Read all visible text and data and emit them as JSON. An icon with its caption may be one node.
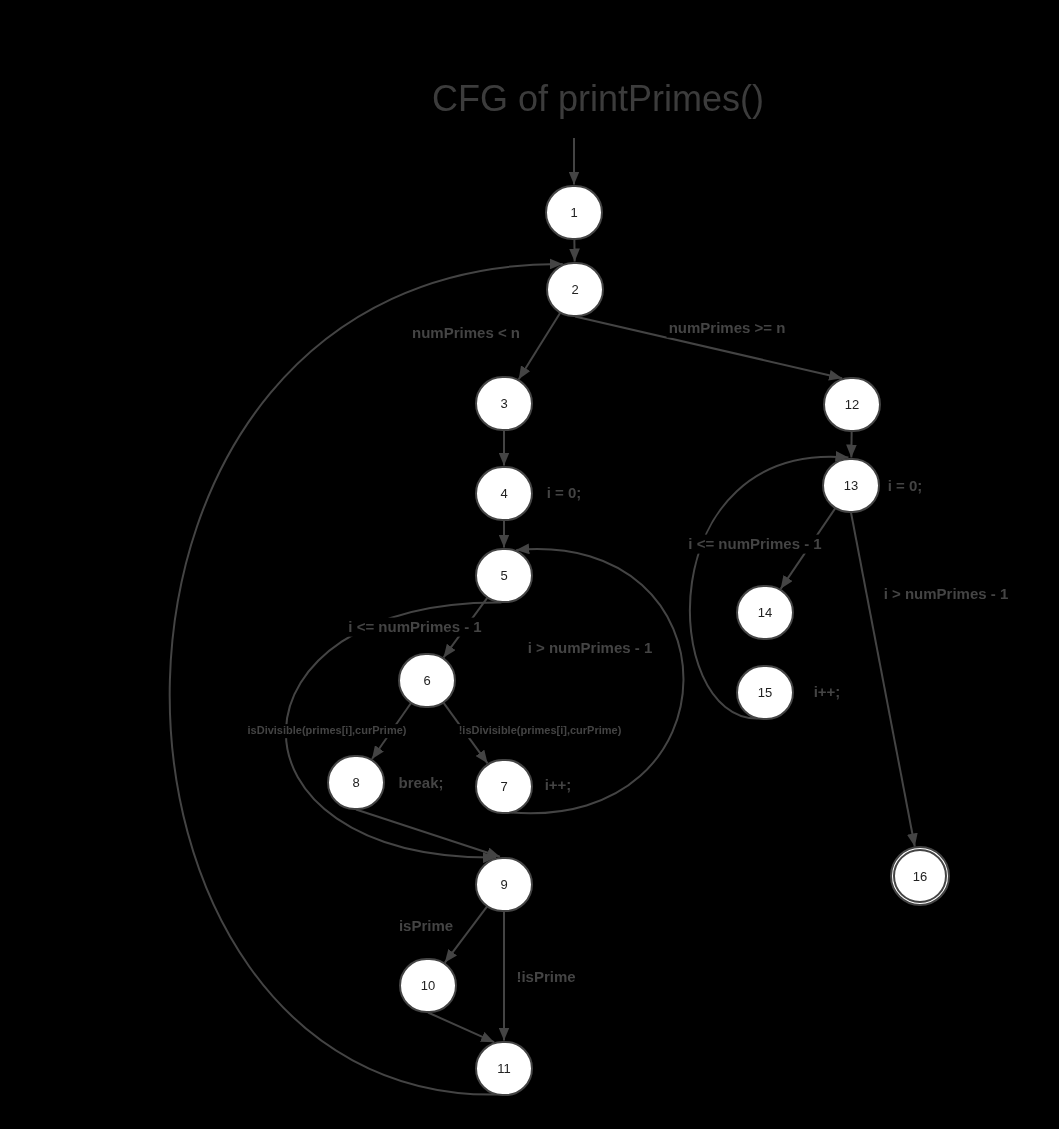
{
  "diagram": {
    "title": "CFG of printPrimes()",
    "nodes": [
      {
        "text": [
          "1"
        ]
      },
      {
        "text": [
          "2"
        ]
      },
      {
        "text": [
          "3"
        ]
      },
      {
        "text": [
          "4"
        ],
        "beside": [
          "i = 0;"
        ]
      },
      {
        "text": [
          "5"
        ]
      },
      {
        "text": [
          "6"
        ]
      },
      {
        "text": [
          "7"
        ],
        "beside": [
          "i++;"
        ]
      },
      {
        "text": [
          "8"
        ],
        "beside": [
          "break;"
        ]
      },
      {
        "text": [
          "9"
        ]
      },
      {
        "text": [
          "10"
        ]
      },
      {
        "text": [
          "11"
        ]
      },
      {
        "text": [
          "12"
        ]
      },
      {
        "text": [
          "13"
        ],
        "beside": [
          "i = 0;"
        ]
      },
      {
        "text": [
          "14"
        ]
      },
      {
        "text": [
          "15"
        ],
        "beside": [
          "i++;"
        ]
      },
      {
        "text": [
          "16"
        ]
      }
    ],
    "edges": [
      {
        "from": null,
        "to": 0,
        "arrow": "to"
      },
      {
        "from": 0,
        "to": 1,
        "arrow": "to"
      },
      {
        "from": 1,
        "to": 2,
        "arrow": "to",
        "label": "numPrimes < n"
      },
      {
        "from": 1,
        "to": 11,
        "arrow": "to",
        "label": "numPrimes >= n"
      },
      {
        "from": 2,
        "to": 3,
        "arrow": "to"
      },
      {
        "from": 3,
        "to": 4,
        "arrow": "to"
      },
      {
        "from": 4,
        "to": 5,
        "arrow": "to",
        "label": "i <= numPrimes - 1"
      },
      {
        "from": 4,
        "to": 8,
        "arrow": "to",
        "label": "i > numPrimes - 1"
      },
      {
        "from": 5,
        "to": 7,
        "arrow": "to",
        "label": "isDivisible(primes[i],curPrime)"
      },
      {
        "from": 5,
        "to": 6,
        "arrow": "to",
        "label": "!isDivisible(primes[i],curPrime)"
      },
      {
        "from": 6,
        "to": 4,
        "arrow": "to"
      },
      {
        "from": 7,
        "to": 8,
        "arrow": "to"
      },
      {
        "from": 8,
        "to": 9,
        "arrow": "to",
        "label": "isPrime"
      },
      {
        "from": 8,
        "to": 10,
        "arrow": "to",
        "label": "!isPrime"
      },
      {
        "from": 9,
        "to": 10,
        "arrow": "to"
      },
      {
        "from": 10,
        "to": 1,
        "arrow": "to"
      },
      {
        "from": 11,
        "to": 12,
        "arrow": "to"
      },
      {
        "from": 12,
        "to": 13,
        "arrow": "to",
        "label": "i <= numPrimes - 1"
      },
      {
        "from": 12,
        "to": 15,
        "arrow": "to",
        "label": "i > numPrimes - 1"
      },
      {
        "from": 14,
        "to": 12,
        "arrow": "to"
      }
    ]
  }
}
